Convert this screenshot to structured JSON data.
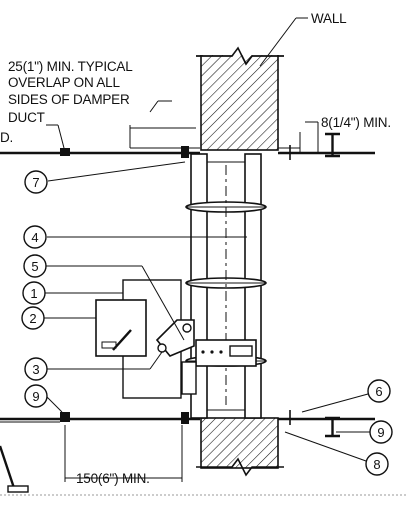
{
  "labels": {
    "wall": "WALL",
    "overlap_line1": "25(1\") MIN. TYPICAL",
    "overlap_line2": "OVERLAP ON ALL",
    "overlap_line3": "SIDES OF DAMPER",
    "duct": "DUCT",
    "duct_prefix": "D.",
    "clearance": "8(1/4\") MIN.",
    "distance": "150(6\") MIN."
  },
  "callouts": [
    {
      "id": "7",
      "label": "7"
    },
    {
      "id": "4",
      "label": "4"
    },
    {
      "id": "5",
      "label": "5"
    },
    {
      "id": "1",
      "label": "1"
    },
    {
      "id": "2",
      "label": "2"
    },
    {
      "id": "3",
      "label": "3"
    },
    {
      "id": "9a",
      "label": "9"
    },
    {
      "id": "6",
      "label": "6"
    },
    {
      "id": "9b",
      "label": "9"
    },
    {
      "id": "8",
      "label": "8"
    }
  ],
  "colors": {
    "line": "#111111",
    "background": "#ffffff",
    "hatch": "#111111"
  }
}
